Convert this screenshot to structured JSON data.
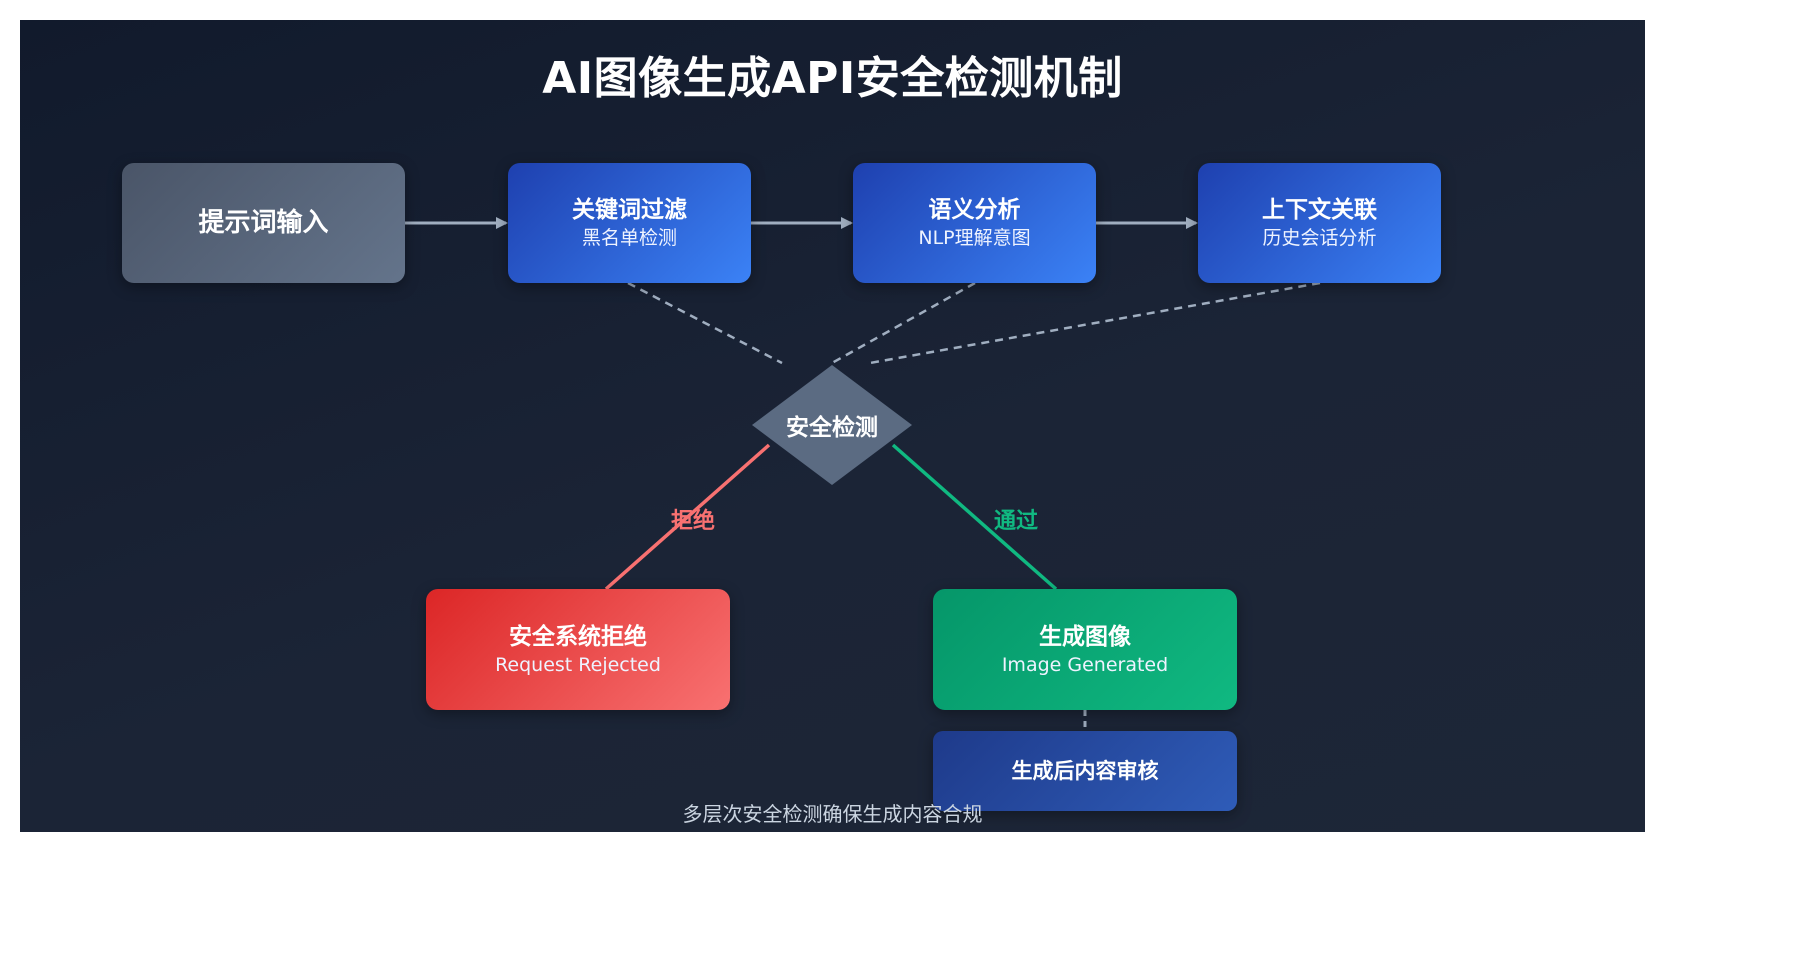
{
  "title": "AI图像生成API安全检测机制",
  "nodes": {
    "input": {
      "label": "提示词输入"
    },
    "keyword": {
      "label": "关键词过滤",
      "sub": "黑名单检测"
    },
    "semantic": {
      "label": "语义分析",
      "sub": "NLP理解意图"
    },
    "context": {
      "label": "上下文关联",
      "sub": "历史会话分析"
    },
    "check": {
      "label": "安全检测"
    },
    "rejected": {
      "label": "安全系统拒绝",
      "sub": "Request Rejected"
    },
    "generated": {
      "label": "生成图像",
      "sub": "Image Generated"
    },
    "review": {
      "label": "生成后内容审核"
    }
  },
  "edges": {
    "reject_label": "拒绝",
    "pass_label": "通过"
  },
  "footer": "多层次安全检测确保生成内容合规",
  "colors": {
    "background": "#161f30",
    "neutral": "#64748b",
    "blue": "#3b82f6",
    "reject": "#f87171",
    "pass": "#10b981",
    "connector": "#a0aec0"
  }
}
